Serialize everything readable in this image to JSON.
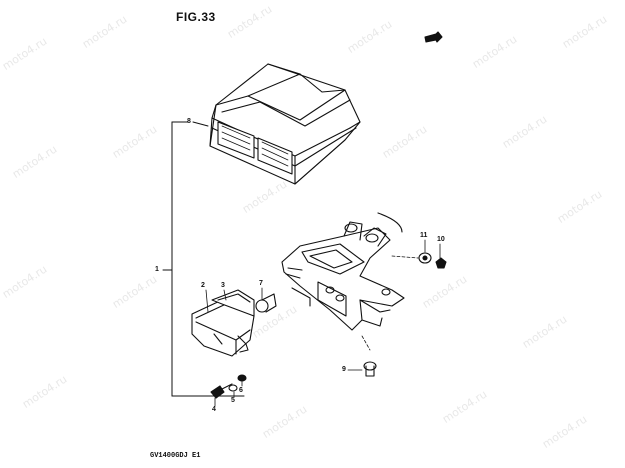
{
  "figure": {
    "title": "FIG.33",
    "code": "GV1400GDJ E1",
    "watermark_text": "moto4.ru"
  },
  "callouts": [
    "1",
    "2",
    "3",
    "4",
    "5",
    "6",
    "7",
    "8",
    "9",
    "10",
    "11"
  ],
  "colors": {
    "line": "#111111",
    "background": "#ffffff",
    "watermark": "#999999"
  },
  "icons": {
    "arrow_marker": "front-arrow-icon"
  }
}
